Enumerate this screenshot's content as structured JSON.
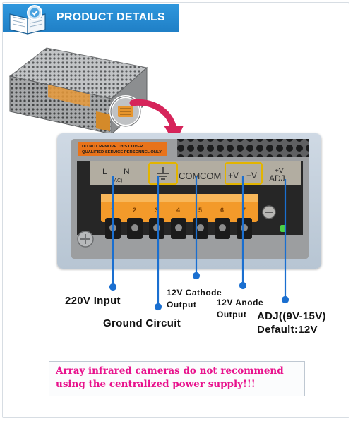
{
  "header": {
    "title": "PRODUCT DETAILS",
    "icon": "open-book-icon",
    "color": "#2a8fd6"
  },
  "closeup": {
    "warning_sticker": {
      "line1": "DO NOT REMOVE THIS COVER",
      "line2": "QUALIFIED SERVICE PERSONNEL ONLY"
    },
    "terminal_labels": {
      "live": "L",
      "neutral": "N",
      "ac": "(AC)",
      "ground_icon": "ground-icon",
      "com1": "COM",
      "com2": "COM",
      "plus_v1": "+V",
      "plus_v2": "+V",
      "adj_top": "+V",
      "adj_bottom": "ADJ"
    },
    "terminal_numbers": [
      "1",
      "2",
      "3",
      "4",
      "5",
      "6",
      "7"
    ]
  },
  "labels": {
    "input": "220V Input",
    "ground": "Ground Circuit",
    "cathode_line1": "12V Cathode",
    "cathode_line2": "Output",
    "anode_line1": "12V Anode",
    "anode_line2": "Output",
    "adj_line1": "ADJ((9V-15V)",
    "adj_line2": "Default:12V"
  },
  "notice": {
    "line1": "Array infrared cameras do not recommend",
    "line2": "using the centralized power supply!!!",
    "color": "#e8118c"
  },
  "colors": {
    "pointer_line": "#1a6fd0",
    "arrow": "#d6245a",
    "terminal_block": "#f39a2a"
  }
}
